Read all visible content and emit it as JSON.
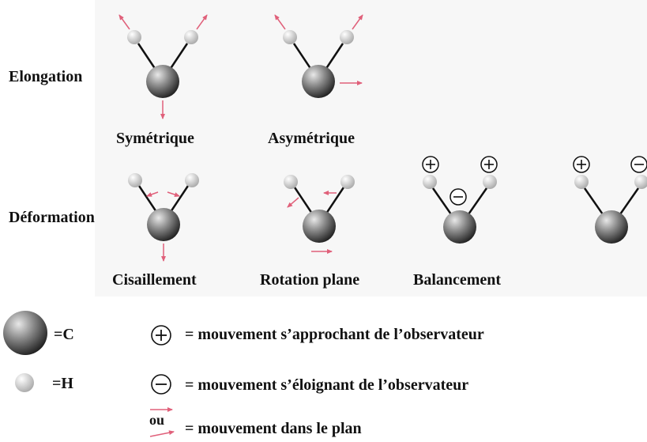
{
  "rows": {
    "elongation": "Elongation",
    "deformation": "Déformation"
  },
  "modes": {
    "symetrique": "Symétrique",
    "asymetrique": "Asymétrique",
    "cisaillement": "Cisaillement",
    "rotation_plane": "Rotation plane",
    "balancement": "Balancement"
  },
  "legend": {
    "carbon": "=C",
    "hydrogen": "=H",
    "plus": "= mouvement s’approchant de l’observateur",
    "minus": "= mouvement s’éloignant de l’observateur",
    "ou": "ou",
    "in_plane": "= mouvement dans le plan"
  },
  "colors": {
    "arrow": "#e0607a",
    "carbon_dark": "#2a2a2a",
    "carbon_light": "#cfcfcf",
    "hydrogen": "#cfcfcf"
  }
}
